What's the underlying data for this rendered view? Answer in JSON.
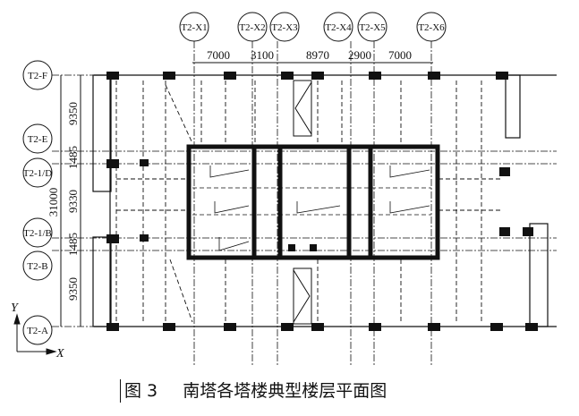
{
  "figure": {
    "caption_number": "图 3",
    "caption_title": "南塔各塔楼典型楼层平面图"
  },
  "axes_x": [
    "T2-X1",
    "T2-X2",
    "T2-X3",
    "T2-X4",
    "T2-X5",
    "T2-X6"
  ],
  "axes_y": [
    "T2-F",
    "T2-E",
    "T2-1/D",
    "T2-1/B",
    "T2-B",
    "T2-A"
  ],
  "dims_x": [
    "7000",
    "3100",
    "8970",
    "2900",
    "7000"
  ],
  "dims_y": [
    "9350",
    "1485",
    "9330",
    "1485",
    "9350"
  ],
  "dim_total_y": "31000",
  "coord": {
    "y_label": "Y",
    "x_label": "X"
  }
}
